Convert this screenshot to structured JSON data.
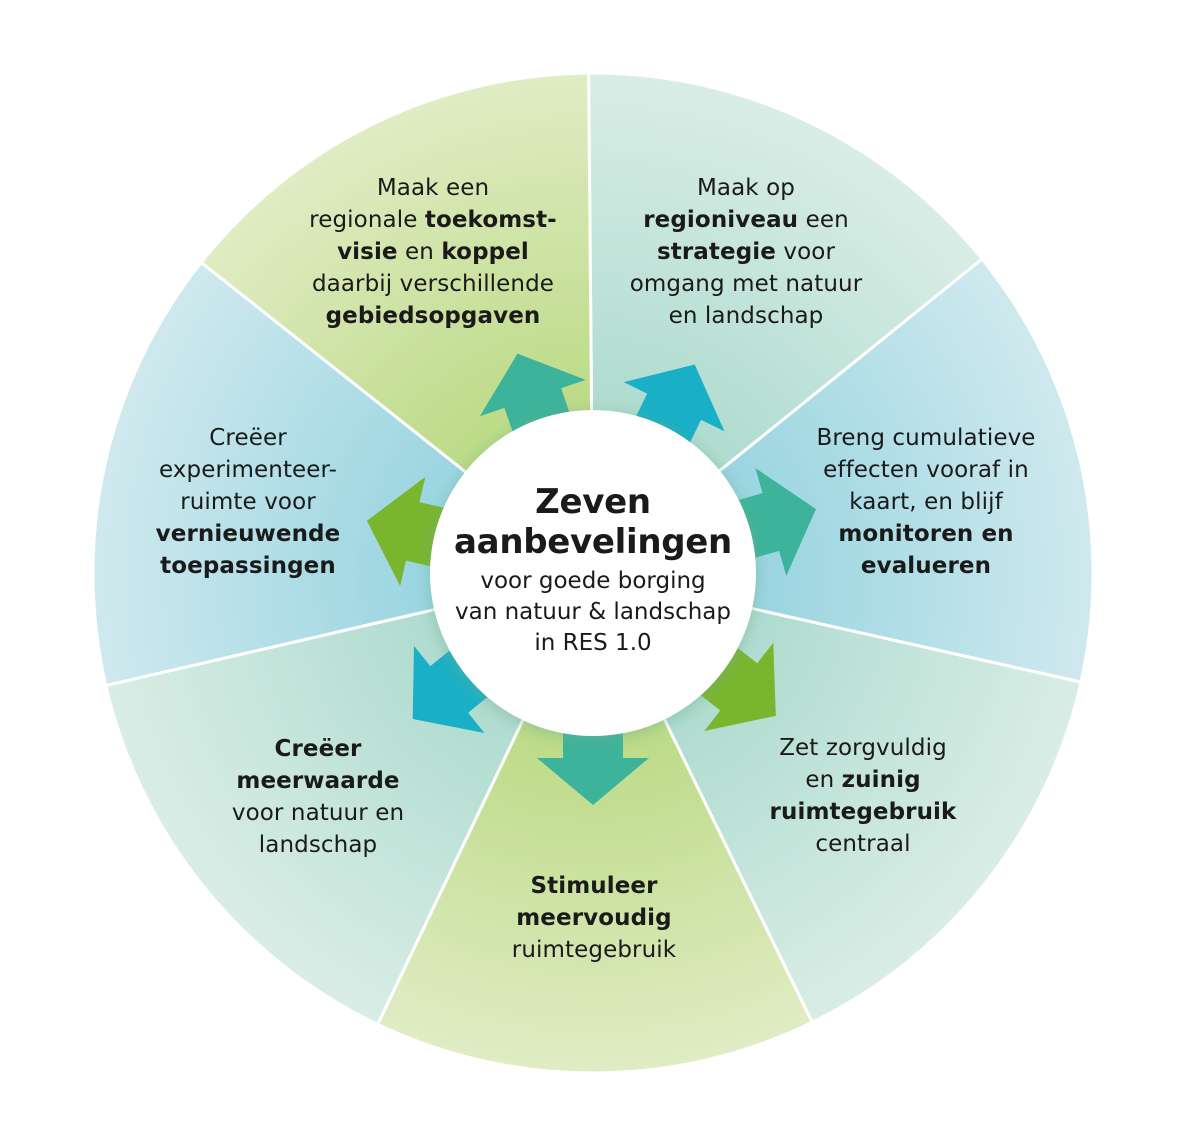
{
  "colors": {
    "teal_light": "#c3e3da",
    "blue_light": "#b3dde6",
    "green_light": "#cfe2a6",
    "arrow_teal": "#3db39b",
    "arrow_blue": "#19afc6",
    "arrow_green": "#7ab52e",
    "center_fill": "#ffffff"
  },
  "center": {
    "title_line1": "Zeven",
    "title_line2": "aanbevelingen",
    "sub_line1": "voor goede borging",
    "sub_line2": "van natuur & landschap",
    "sub_line3": "in RES 1.0"
  },
  "segments": [
    {
      "id": "toekomstvisie",
      "color": "teal",
      "lines": [
        [
          {
            "t": "Maak een",
            "b": false
          }
        ],
        [
          {
            "t": "regionale ",
            "b": false
          },
          {
            "t": "toekomst-",
            "b": true
          }
        ],
        [
          {
            "t": "visie",
            "b": true
          },
          {
            "t": " en ",
            "b": false
          },
          {
            "t": "koppel",
            "b": true
          }
        ],
        [
          {
            "t": "daarbij verschillende",
            "b": false
          }
        ],
        [
          {
            "t": "gebiedsopgaven",
            "b": true
          }
        ]
      ]
    },
    {
      "id": "regioniveau",
      "color": "blue",
      "lines": [
        [
          {
            "t": "Maak op",
            "b": false
          }
        ],
        [
          {
            "t": "regioniveau",
            "b": true
          },
          {
            "t": " een",
            "b": false
          }
        ],
        [
          {
            "t": "strategie",
            "b": true
          },
          {
            "t": " voor",
            "b": false
          }
        ],
        [
          {
            "t": "omgang met natuur",
            "b": false
          }
        ],
        [
          {
            "t": "en landschap",
            "b": false
          }
        ]
      ]
    },
    {
      "id": "monitoren",
      "color": "teal",
      "lines": [
        [
          {
            "t": "Breng cumulatieve",
            "b": false
          }
        ],
        [
          {
            "t": "effecten vooraf in",
            "b": false
          }
        ],
        [
          {
            "t": "kaart, en blijf",
            "b": false
          }
        ],
        [
          {
            "t": "monitoren en",
            "b": true
          }
        ],
        [
          {
            "t": "evalueren",
            "b": true
          }
        ]
      ]
    },
    {
      "id": "zuinig",
      "color": "green",
      "lines": [
        [
          {
            "t": "Zet zorgvuldig",
            "b": false
          }
        ],
        [
          {
            "t": "en ",
            "b": false
          },
          {
            "t": "zuinig",
            "b": true
          }
        ],
        [
          {
            "t": "ruimtegebruik",
            "b": true
          }
        ],
        [
          {
            "t": "centraal",
            "b": false
          }
        ]
      ]
    },
    {
      "id": "meervoudig",
      "color": "teal",
      "lines": [
        [
          {
            "t": "Stimuleer",
            "b": true
          }
        ],
        [
          {
            "t": "meervoudig",
            "b": true
          }
        ],
        [
          {
            "t": "ruimtegebruik",
            "b": false
          }
        ]
      ]
    },
    {
      "id": "meerwaarde",
      "color": "blue",
      "lines": [
        [
          {
            "t": "Creëer",
            "b": true
          }
        ],
        [
          {
            "t": "meerwaarde",
            "b": true
          }
        ],
        [
          {
            "t": "voor natuur en",
            "b": false
          }
        ],
        [
          {
            "t": "landschap",
            "b": false
          }
        ]
      ]
    },
    {
      "id": "experimenteer",
      "color": "green",
      "lines": [
        [
          {
            "t": "Creëer",
            "b": false
          }
        ],
        [
          {
            "t": "experimenteer-",
            "b": false
          }
        ],
        [
          {
            "t": "ruimte voor",
            "b": false
          }
        ],
        [
          {
            "t": "vernieuwende",
            "b": true
          }
        ],
        [
          {
            "t": "toepassingen",
            "b": true
          }
        ]
      ]
    }
  ]
}
